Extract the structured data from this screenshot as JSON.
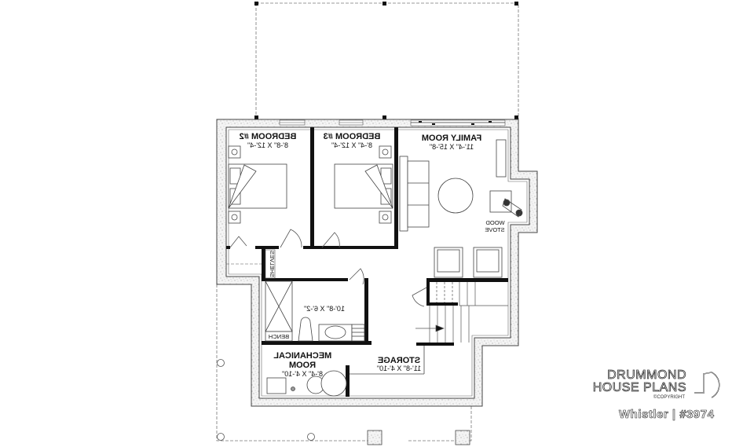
{
  "plan": {
    "rooms": [
      {
        "id": "bedroom2",
        "name": "BEDROOM #2",
        "dims": "8'-8\" X 12'-4\""
      },
      {
        "id": "bedroom3",
        "name": "BEDROOM #3",
        "dims": "8'-4\" X 12'-4\""
      },
      {
        "id": "family",
        "name": "FAMILY ROOM",
        "dims": "11'-4\" X 15'-8\""
      },
      {
        "id": "bath",
        "name": "",
        "dims": "10'-8\" X 6'-2\""
      },
      {
        "id": "mechanical",
        "name_line1": "MECHANICAL",
        "name_line2": "ROOM",
        "dims": "8'-4\" X 4'-10\""
      },
      {
        "id": "storage",
        "name": "STORAGE",
        "dims": "11'-8\" X 4'-10\""
      }
    ],
    "labels": {
      "wood_stove_line1": "WOOD",
      "wood_stove_line2": "STOVE",
      "shelves": "SHELVES",
      "bench": "BENCH"
    },
    "mirrored": true
  },
  "branding": {
    "line1": "DRUMMOND",
    "line2": "HOUSE PLANS",
    "copyright": "©COPYRIGHT",
    "plan_title": "Whistler | #3974"
  },
  "colors": {
    "wall": "#111111",
    "line": "#333333",
    "dashed": "#666666",
    "concrete": "#e8e8e8"
  }
}
